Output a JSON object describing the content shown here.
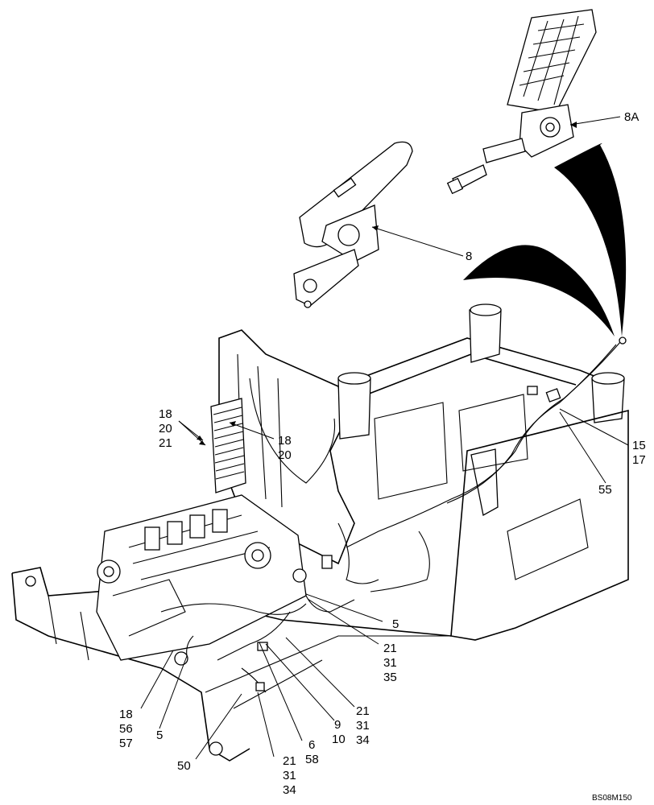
{
  "callouts": {
    "c8A": "8A",
    "c8": "8",
    "c18_20_21": [
      "18",
      "20",
      "21"
    ],
    "c18_20": [
      "18",
      "20"
    ],
    "c15_17": [
      "15",
      "17"
    ],
    "c55": "55",
    "c5_right": "5",
    "c21_31_35": [
      "21",
      "31",
      "35"
    ],
    "c21_31_34_right": [
      "21",
      "31",
      "34"
    ],
    "c9_10": [
      "9",
      "10"
    ],
    "c6_58": [
      "6",
      "58"
    ],
    "c21_31_34_bottom": [
      "21",
      "31",
      "34"
    ],
    "c18_56_57": [
      "18",
      "56",
      "57"
    ],
    "c5_left": "5",
    "c50": "50"
  },
  "figure_ref": "BS08M150"
}
